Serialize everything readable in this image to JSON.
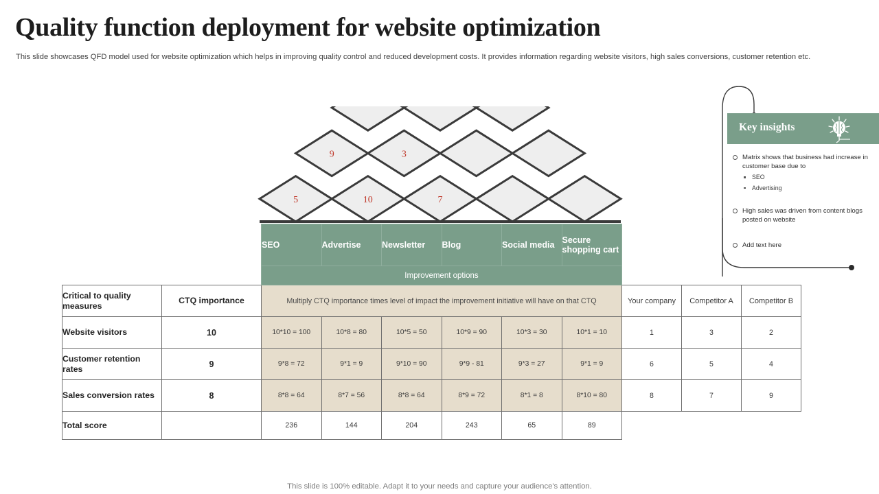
{
  "slide": {
    "title": "Quality function deployment for website optimization",
    "subtitle": "This slide showcases QFD model used for website optimization which helps in improving quality control and reduced development costs. It provides information regarding website visitors, high sales conversions, customer retention etc.",
    "footer": "This slide is 100% editable. Adapt it to your needs and capture your audience's attention."
  },
  "colors": {
    "green": "#7a9e8a",
    "beige": "#e6ddcc",
    "roof_fill": "#eeeeee",
    "roof_stroke": "#3a3a3a",
    "correlation_text": "#c0392b",
    "border": "#6e6e6e"
  },
  "roof": {
    "rows": 5,
    "correlations": [
      {
        "row": 4,
        "col": 1,
        "value": "9"
      },
      {
        "row": 4,
        "col": 2,
        "value": "3"
      },
      {
        "row": 5,
        "col": 1,
        "value": "5"
      },
      {
        "row": 5,
        "col": 2,
        "value": "10"
      },
      {
        "row": 5,
        "col": 3,
        "value": "7"
      }
    ]
  },
  "table": {
    "improvement_band_label": "Improvement options",
    "options": [
      "SEO",
      "Advertise",
      "Newsletter",
      "Blog",
      "Social media",
      "Secure shopping cart"
    ],
    "headers": {
      "row_label": "Critical to quality measures",
      "ctq_importance": "CTQ importance",
      "matrix_note": "Multiply CTQ importance times level of impact the improvement initiative will have on that CTQ",
      "your_company": "Your company",
      "competitor_a": "Competitor A",
      "competitor_b": "Competitor B"
    },
    "rows": [
      {
        "label": "Website visitors",
        "ctq": "10",
        "cells": [
          "10*10 = 100",
          "10*8 = 80",
          "10*5 = 50",
          "10*9 = 90",
          "10*3 = 30",
          "10*1 = 10"
        ],
        "your_company": "1",
        "competitor_a": "3",
        "competitor_b": "2"
      },
      {
        "label": "Customer retention rates",
        "ctq": "9",
        "cells": [
          "9*8 = 72",
          "9*1 = 9",
          "9*10 = 90",
          "9*9 - 81",
          "9*3 = 27",
          "9*1 = 9"
        ],
        "your_company": "6",
        "competitor_a": "5",
        "competitor_b": "4"
      },
      {
        "label": "Sales conversion rates",
        "ctq": "8",
        "cells": [
          "8*8 = 64",
          "8*7 = 56",
          "8*8 = 64",
          "8*9 = 72",
          "8*1 = 8",
          "8*10 = 80"
        ],
        "your_company": "8",
        "competitor_a": "7",
        "competitor_b": "9"
      }
    ],
    "total": {
      "label": "Total score",
      "ctq": "",
      "cells": [
        "236",
        "144",
        "204",
        "243",
        "65",
        "89"
      ],
      "your_company": "",
      "competitor_a": "",
      "competitor_b": ""
    }
  },
  "insights": {
    "title": "Key insights",
    "icon": "lightbulb-icon",
    "items": [
      {
        "text": "Matrix shows that business had increase in customer base due to",
        "subitems": [
          "SEO",
          "Advertising"
        ]
      },
      {
        "text": "High sales was driven from content blogs posted on website",
        "subitems": []
      },
      {
        "text": "Add text here",
        "subitems": []
      }
    ]
  }
}
